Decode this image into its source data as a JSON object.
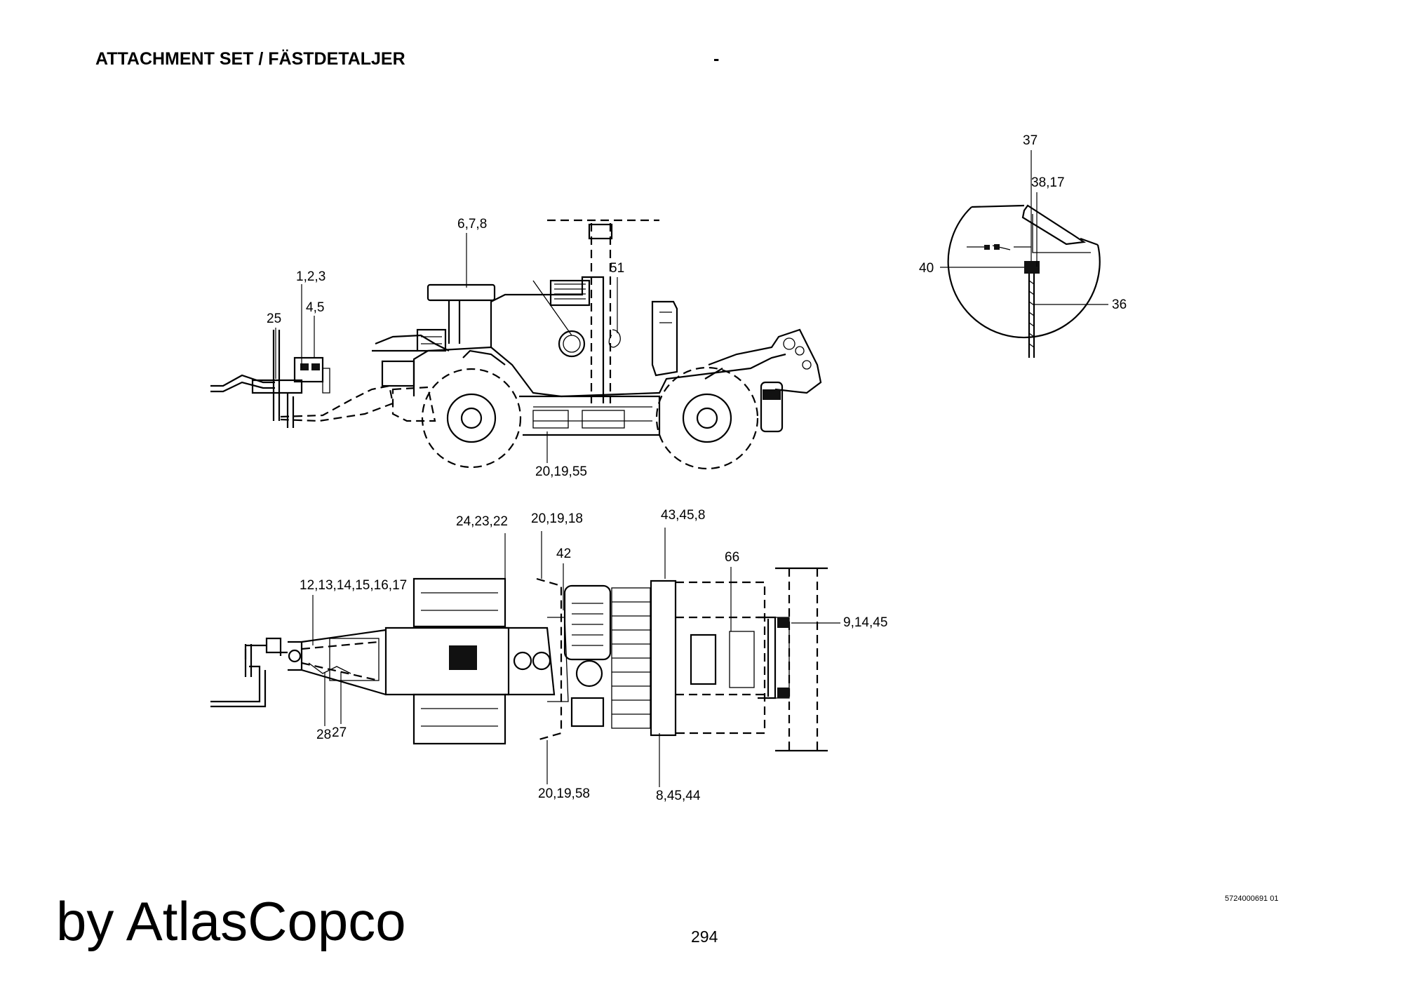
{
  "header": {
    "title": "ATTACHMENT SET / FÄSTDETALJER",
    "dash": "-"
  },
  "footer": {
    "brand": "by AtlasCopco",
    "page_number": "294",
    "doc_number": "5724000691 01"
  },
  "callouts": {
    "side_view": {
      "c1": "6,7,8",
      "c2": "51",
      "c3": "1,2,3",
      "c4": "4,5",
      "c5": "25",
      "c6": "20,19,55"
    },
    "top_view": {
      "c1": "24,23,22",
      "c2": "20,19,18",
      "c3": "42",
      "c4": "43,45,8",
      "c5": "66",
      "c6": "12,13,14,15,16,17",
      "c7": "9,14,45",
      "c8": "28",
      "c9": "27",
      "c10": "20,19,58",
      "c11": "8,45,44"
    },
    "detail_view": {
      "c1": "37",
      "c2": "38,17",
      "c3": "40",
      "c4": "36"
    }
  }
}
